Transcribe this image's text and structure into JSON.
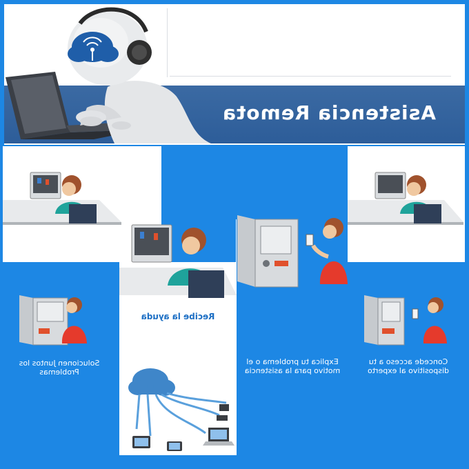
{
  "banner": {
    "title": "Asistencia Remota"
  },
  "steps": [
    {
      "caption": "Solucionen Juntos los Problemas"
    },
    {
      "caption": "Recibe la ayuda"
    },
    {
      "caption": "Explica tu problema o el motivo para la asistencia"
    },
    {
      "caption": "Concede acceso a tu dispositivo al experto"
    }
  ],
  "colors": {
    "background": "#1d87e4",
    "banner": "#2d5d99",
    "shirt_teal": "#1fa39b",
    "shirt_red": "#e53a2c",
    "hair": "#a0522d",
    "cloud": "#3f86c9"
  },
  "icons": [
    "cloud-wifi-icon",
    "headset-icon",
    "laptop-icon",
    "tablet-icon",
    "phone-icon",
    "server-cabinet-icon"
  ]
}
